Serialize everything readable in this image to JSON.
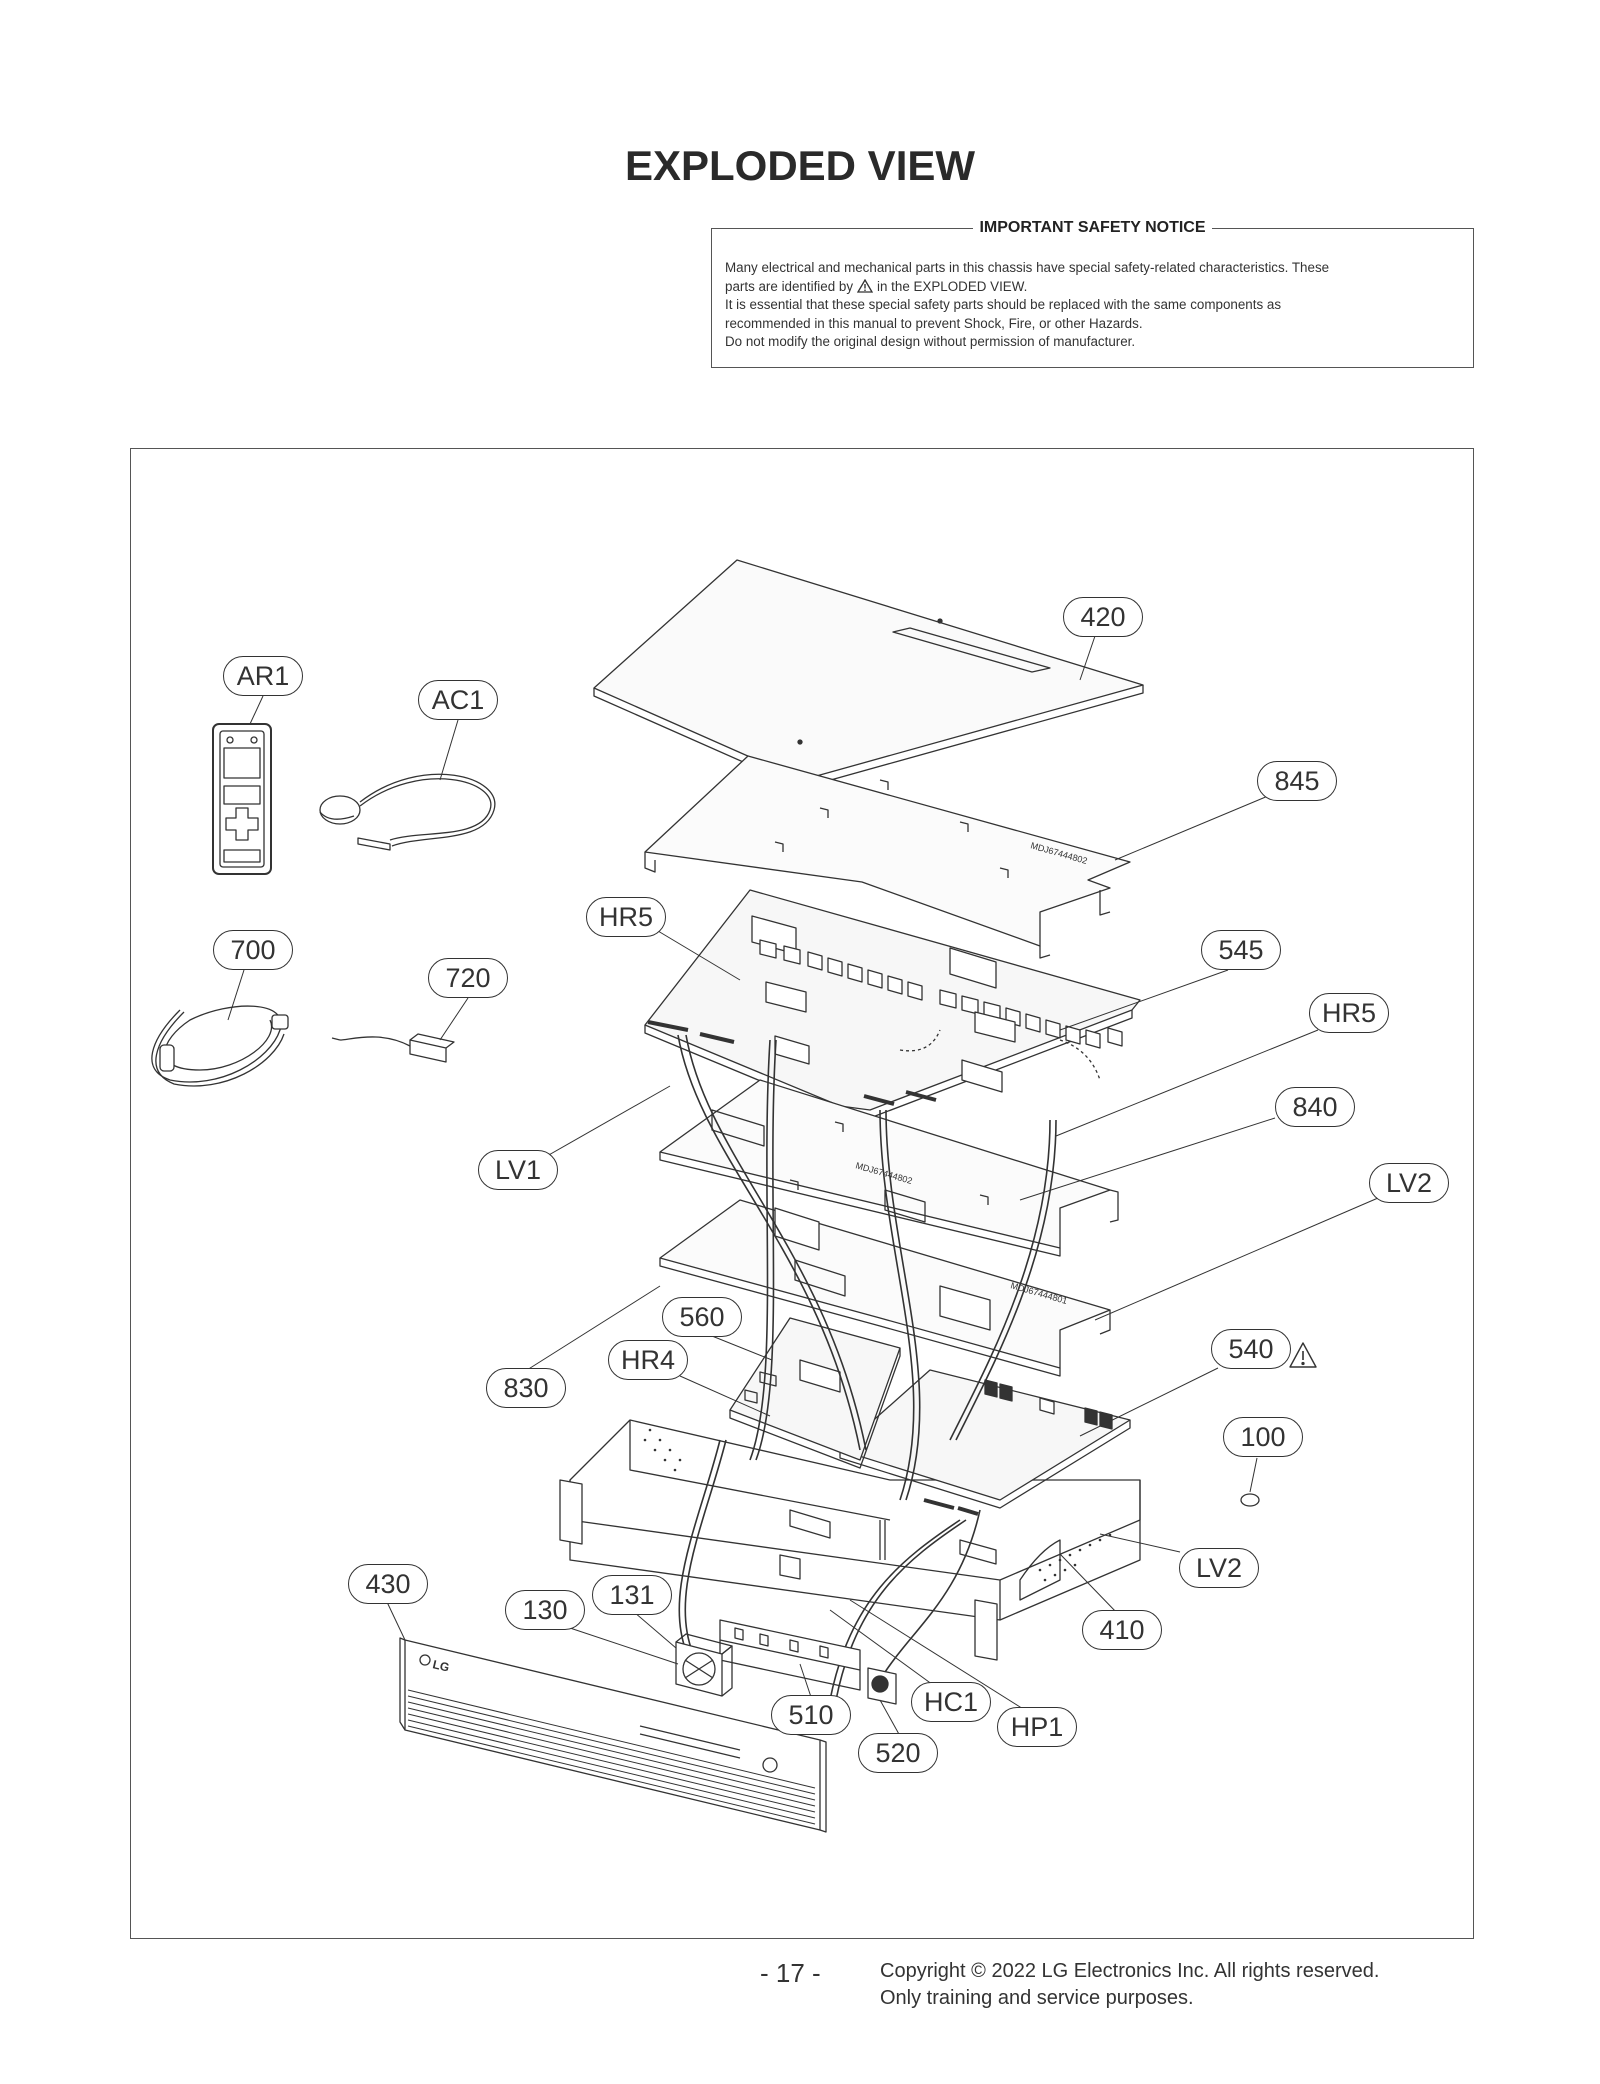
{
  "page": {
    "title": "EXPLODED VIEW",
    "page_number": "- 17 -",
    "copyright_line1": "Copyright © 2022 LG Electronics Inc. All rights reserved.",
    "copyright_line2": "Only training and service purposes."
  },
  "notice": {
    "heading": "IMPORTANT SAFETY NOTICE",
    "line1": "Many electrical and mechanical parts in this chassis have special safety-related characteristics. These",
    "line2_before": "parts are identified by",
    "line2_after": "in the EXPLODED VIEW.",
    "line3": "It is essential that these special safety parts should be replaced with the same components as",
    "line4": "recommended in this manual to prevent Shock, Fire, or other Hazards.",
    "line5": "Do not modify the original design without permission of manufacturer."
  },
  "diagram": {
    "warning_icon": "warning-triangle-icon",
    "cover_label_1": "MDJ67444802",
    "cover_label_2": "MDJ67444802",
    "cover_label_3": "MDJ67444801",
    "brand_logo": "LG",
    "callouts": {
      "c420": "420",
      "cAR1": "AR1",
      "cAC1": "AC1",
      "c845": "845",
      "cHR5a": "HR5",
      "c700": "700",
      "c720": "720",
      "c545": "545",
      "cHR5b": "HR5",
      "c840": "840",
      "cLV1": "LV1",
      "cLV2a": "LV2",
      "c560": "560",
      "cHR4": "HR4",
      "c540": "540",
      "c830": "830",
      "c100": "100",
      "cLV2b": "LV2",
      "c430": "430",
      "c131": "131",
      "c130": "130",
      "c410": "410",
      "c510": "510",
      "cHC1": "HC1",
      "cHP1": "HP1",
      "c520": "520"
    }
  }
}
